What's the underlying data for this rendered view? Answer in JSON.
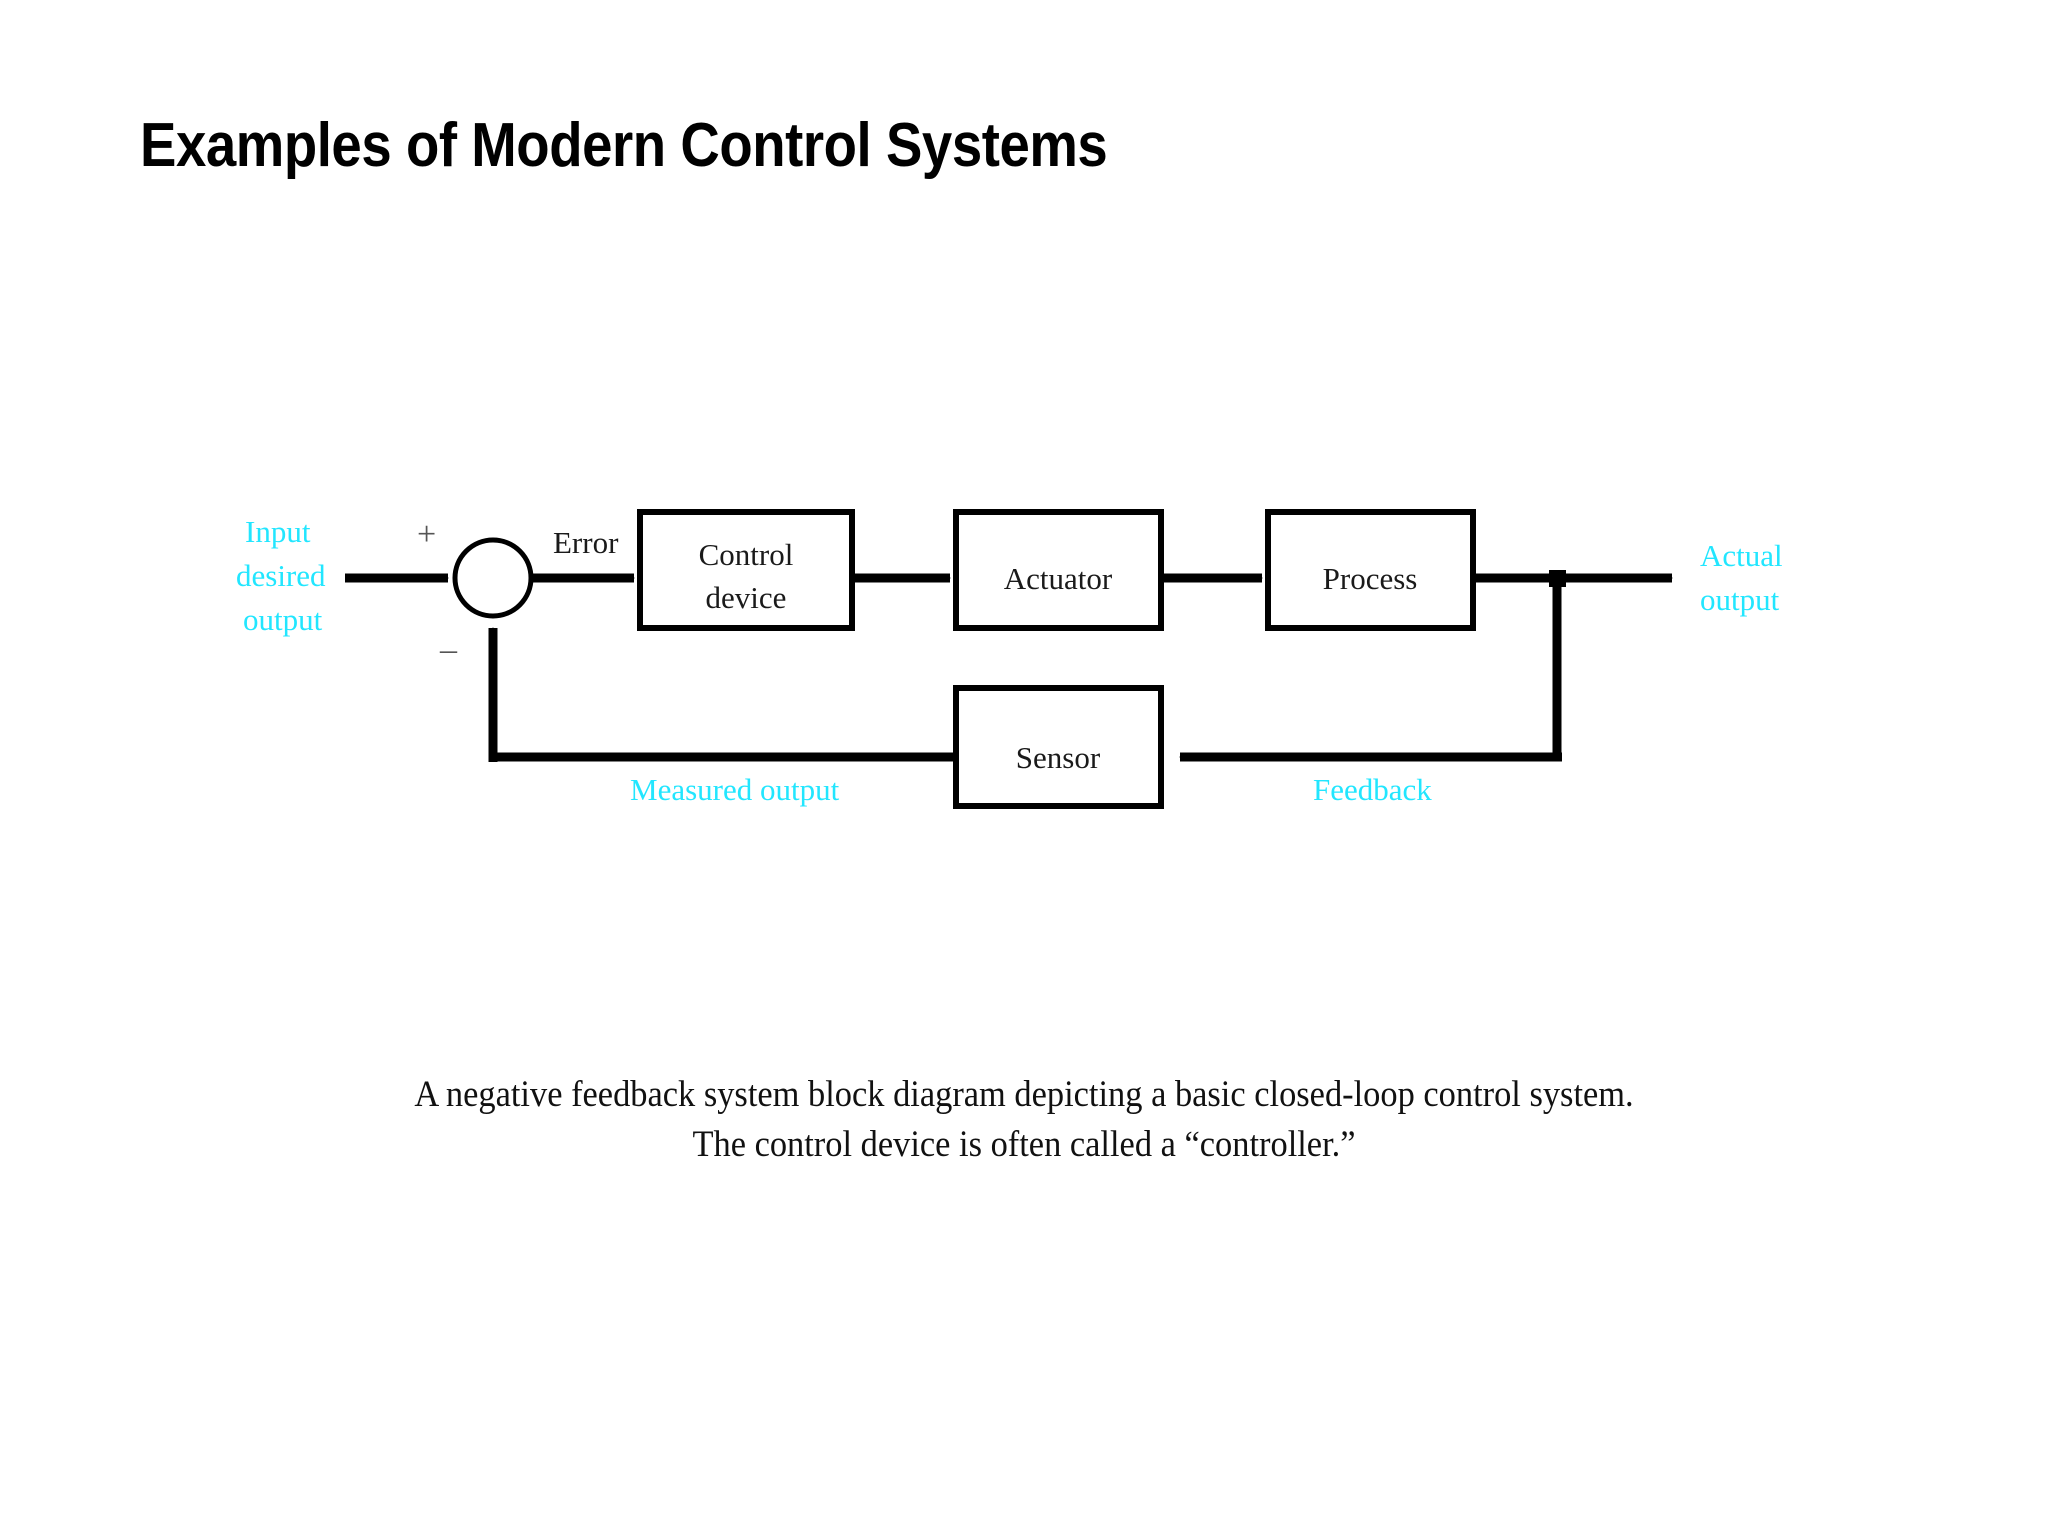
{
  "slide": {
    "title": "Examples of Modern Control Systems"
  },
  "diagram": {
    "name": "negative-feedback-block-diagram",
    "colors": {
      "label_cyan": "#22e6ff",
      "line_black": "#000000",
      "text_black": "#1a1a1a",
      "sign_gray": "#555555",
      "background": "#ffffff"
    },
    "blocks": [
      {
        "id": "control-device",
        "label_line1": "Control",
        "label_line2": "device"
      },
      {
        "id": "actuator",
        "label_line1": "Actuator",
        "label_line2": ""
      },
      {
        "id": "process",
        "label_line1": "Process",
        "label_line2": ""
      },
      {
        "id": "sensor",
        "label_line1": "Sensor",
        "label_line2": ""
      }
    ],
    "summing_junction": {
      "plus_sign": "+",
      "minus_sign": "–"
    },
    "signal_labels": {
      "input": {
        "line1": "Input",
        "line2": "desired",
        "line3": "output"
      },
      "error": "Error",
      "actual_output": {
        "line1": "Actual",
        "line2": "output"
      },
      "measured_output": "Measured output",
      "feedback": "Feedback"
    }
  },
  "caption": {
    "line1": "A negative feedback system block diagram depicting a basic closed-loop control system.",
    "line2": "The control device is often called a “controller.”"
  }
}
